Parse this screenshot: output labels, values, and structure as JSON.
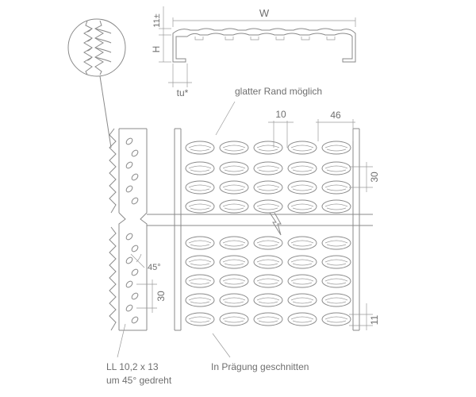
{
  "labels": {
    "width": "W",
    "height": "H",
    "embossing_height": "11±",
    "tu": "tu*",
    "smooth_edge": "glatter Rand möglich",
    "slot_width": "10",
    "pitch_x": "46",
    "pitch_y_right": "30",
    "edge_dim": "11",
    "angle": "45°",
    "hole_pitch_left": "30",
    "hole_size": "LL 10,2 x 13",
    "hole_rotation": "um 45° gedreht",
    "cut_note": "In Prägung geschnitten"
  },
  "colors": {
    "line": "#8a8a8a",
    "text": "#6f6f6f",
    "background": "#ffffff"
  },
  "grid": {
    "columns": 5,
    "rows": 10
  }
}
